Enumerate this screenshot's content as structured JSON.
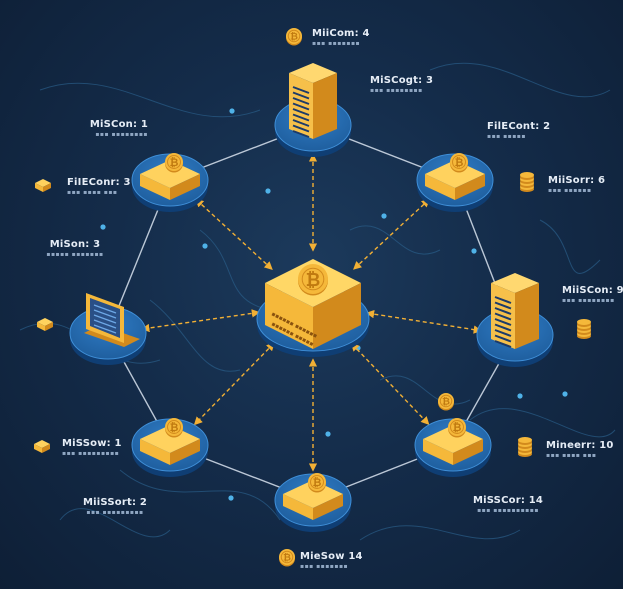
{
  "title": "",
  "hub": {
    "icon": "bitcoin-icon",
    "text_lines": [
      "▪▪▪▪▪▪ ▪▪▪▪▪▪",
      "▪▪▪▪▪▪ ▪▪▪▪▪"
    ]
  },
  "nodes": [
    {
      "id": "top",
      "icon": "server-icon"
    },
    {
      "id": "top-right",
      "icon": "bitcoin-chip-icon"
    },
    {
      "id": "right",
      "icon": "server-icon"
    },
    {
      "id": "bottom-right",
      "icon": "bitcoin-chip-icon"
    },
    {
      "id": "bottom",
      "icon": "bitcoin-chip-icon"
    },
    {
      "id": "bottom-left",
      "icon": "bitcoin-chip-icon"
    },
    {
      "id": "left",
      "icon": "laptop-icon"
    },
    {
      "id": "top-left",
      "icon": "bitcoin-chip-icon"
    }
  ],
  "labels": [
    {
      "id": "l1",
      "title": "MiiCom: 4",
      "sub": "▪▪▪ ▪▪▪▪▪▪▪",
      "icon": "coin-icon"
    },
    {
      "id": "l2",
      "title": "MiSCogt: 3",
      "sub": "▪▪▪ ▪▪▪▪▪▪▪▪"
    },
    {
      "id": "l3",
      "title": "MiSCon: 1",
      "sub": "▪▪▪ ▪▪▪▪▪▪▪▪"
    },
    {
      "id": "l4",
      "title": "FilECont: 2",
      "sub": "▪▪▪ ▪▪▪▪▪"
    },
    {
      "id": "l5",
      "title": "FiIEConr: 3",
      "sub": "▪▪▪ ▪▪▪▪ ▪▪▪",
      "icon": "chip-icon"
    },
    {
      "id": "l6",
      "title": "MiiSorr: 6",
      "sub": "▪▪▪ ▪▪▪▪▪▪",
      "icon": "coin-stack-icon"
    },
    {
      "id": "l7",
      "title": "MiSon: 3",
      "sub": "▪▪▪▪▪ ▪▪▪▪▪▪▪"
    },
    {
      "id": "l8",
      "title": "MiiSCon: 9",
      "sub": "▪▪▪ ▪▪▪▪▪▪▪▪",
      "icon": "coin-stack-icon"
    },
    {
      "id": "l9",
      "title": "MiSSow: 1",
      "sub": "▪▪▪ ▪▪▪▪▪▪▪▪▪",
      "icon": "chip-icon"
    },
    {
      "id": "l10",
      "title": "Mineerr: 10",
      "sub": "▪▪▪ ▪▪▪▪ ▪▪▪",
      "icon": "coin-stack-icon"
    },
    {
      "id": "l11",
      "title": "MiiSSort: 2",
      "sub": "▪▪▪ ▪▪▪▪▪▪▪▪▪"
    },
    {
      "id": "l12",
      "title": "MiSSCor: 14",
      "sub": "▪▪▪ ▪▪▪▪▪▪▪▪▪▪"
    },
    {
      "id": "l13",
      "title": "MieSow 14",
      "sub": "▪▪▪ ▪▪▪▪▪▪▪",
      "icon": "coin-icon"
    }
  ],
  "colors": {
    "background": "#142c4a",
    "platform": "#1f5f9f",
    "platform_edge": "#0f3e74",
    "gold": "#f5b83a",
    "gold_dark": "#d28a1c",
    "line": "#d9e3ef",
    "arrow": "#f2b035",
    "server_body": "#f6c04a",
    "server_face": "#1c3b6a",
    "wire": "#2a5c88",
    "dot": "#4fb2e8"
  }
}
